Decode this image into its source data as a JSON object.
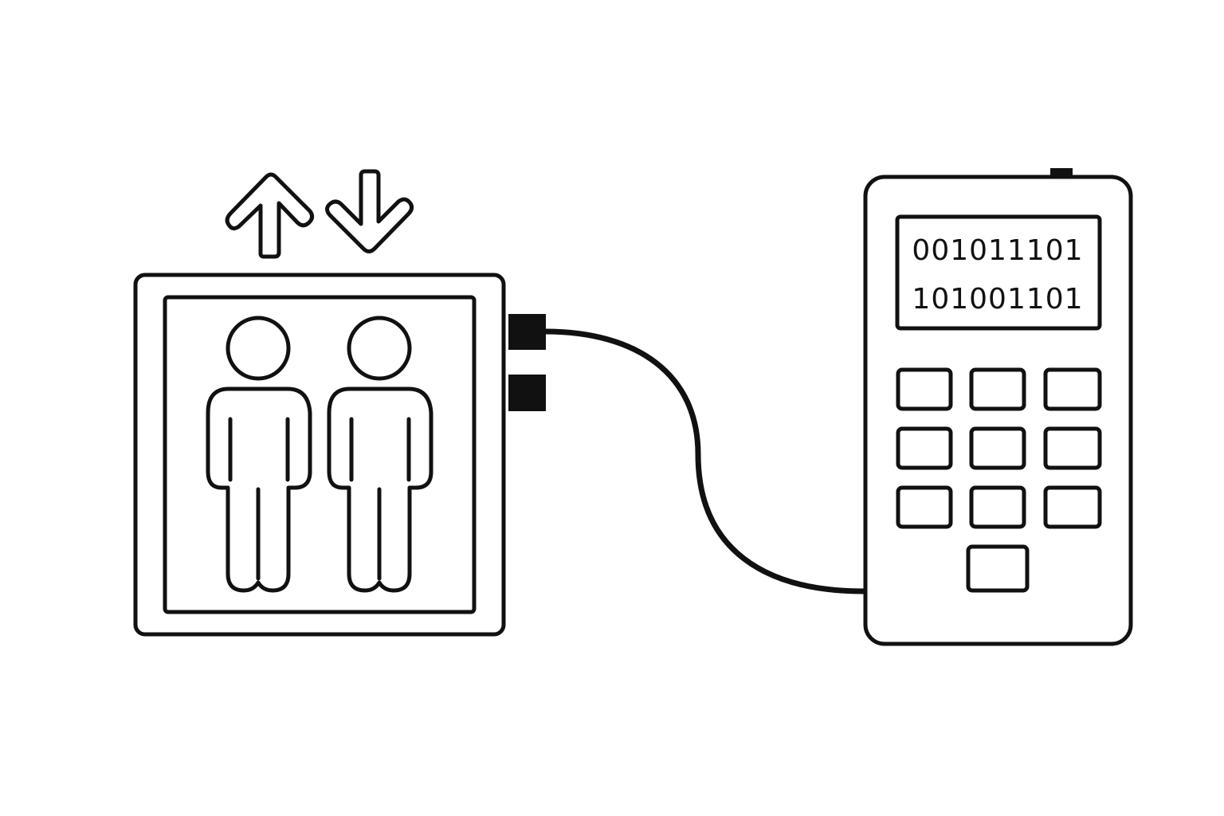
{
  "elevator": {
    "direction_icons": [
      "arrow-up-icon",
      "arrow-down-icon"
    ],
    "occupant_icon": "person-icon",
    "occupant_count": 2
  },
  "device": {
    "display": {
      "line1": "001011101",
      "line2": "101001101"
    },
    "keypad_key_count": 10
  },
  "cable": {
    "connector_icon": "plug-icon"
  },
  "colors": {
    "ink": "#111111",
    "background": "#ffffff"
  }
}
